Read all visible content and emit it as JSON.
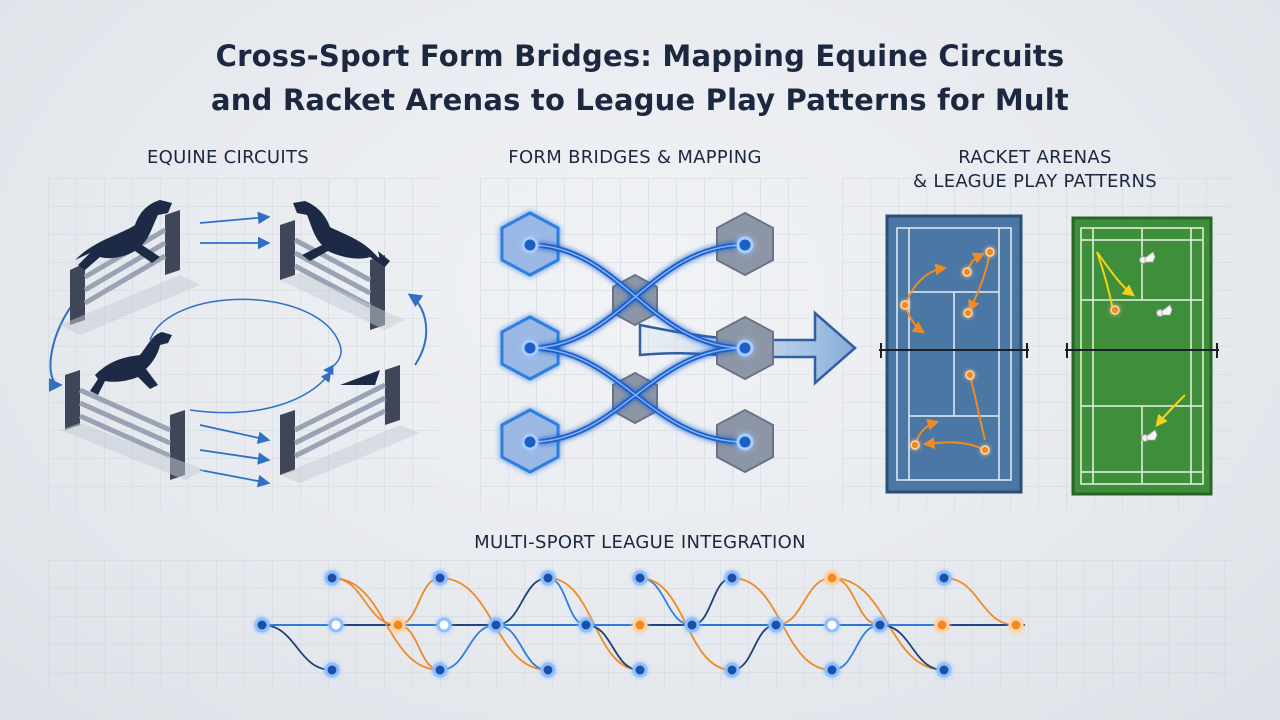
{
  "title": {
    "line1": "Cross-Sport Form Bridges: Mapping Equine Circuits",
    "line2": "and Racket Arenas to League Play Patterns for Mult"
  },
  "sections": {
    "equine": "EQUINE CIRCUITS",
    "bridges": "FORM BRIDGES & MAPPING",
    "racket_line1": "RACKET ARENAS",
    "racket_line2": "& LEAGUE PLAY PATTERNS",
    "league": "MULTI-SPORT LEAGUE INTEGRATION"
  },
  "colors": {
    "navy": "#1c2740",
    "blue_glow": "#2f7fe0",
    "tennis_court": "#4a77a3",
    "badminton_court": "#3f8f3a",
    "orange": "#f08a24"
  },
  "icons": [
    "horse-jumper-icon",
    "jump-fence-icon",
    "hexagon-node-icon",
    "mapping-arrow-icon",
    "shuttlecock-icon",
    "network-node-icon"
  ]
}
